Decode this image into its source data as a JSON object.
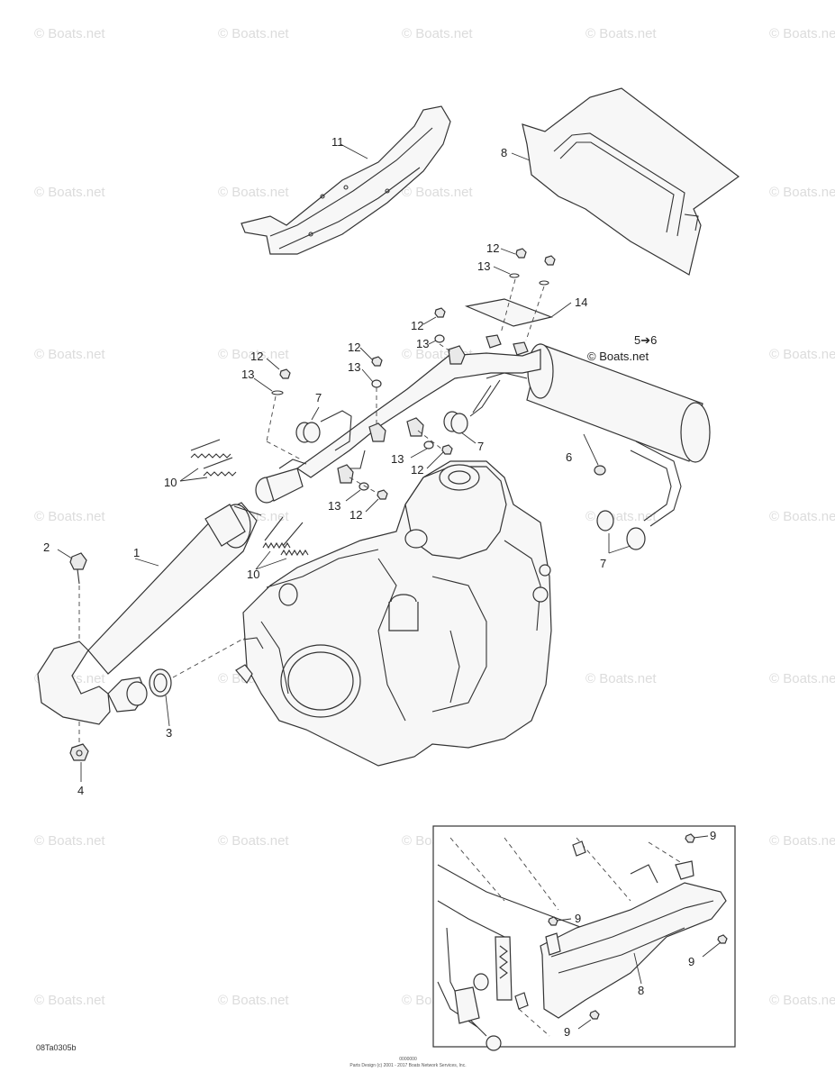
{
  "watermark": "© Boats.net",
  "header_label": "© Boats.net",
  "parts_arrow": "5➔6",
  "callouts": {
    "c1": "1",
    "c2": "2",
    "c3": "3",
    "c4": "4",
    "c6": "6",
    "c7a": "7",
    "c7b": "7",
    "c7c": "7",
    "c8": "8",
    "c8b": "8",
    "c9a": "9",
    "c9b": "9",
    "c9c": "9",
    "c9d": "9",
    "c10a": "10",
    "c10b": "10",
    "c11": "11",
    "c12a": "12",
    "c12b": "12",
    "c12c": "12",
    "c12d": "12",
    "c12e": "12",
    "c12f": "12",
    "c13a": "13",
    "c13b": "13",
    "c13c": "13",
    "c13d": "13",
    "c13e": "13",
    "c13f": "13",
    "c14": "14"
  },
  "footer": {
    "code": "08Ta0305b",
    "center_top": "0000000",
    "center_bottom": "Parts Design (c) 2001 - 2017 Boats Network Services, Inc."
  }
}
